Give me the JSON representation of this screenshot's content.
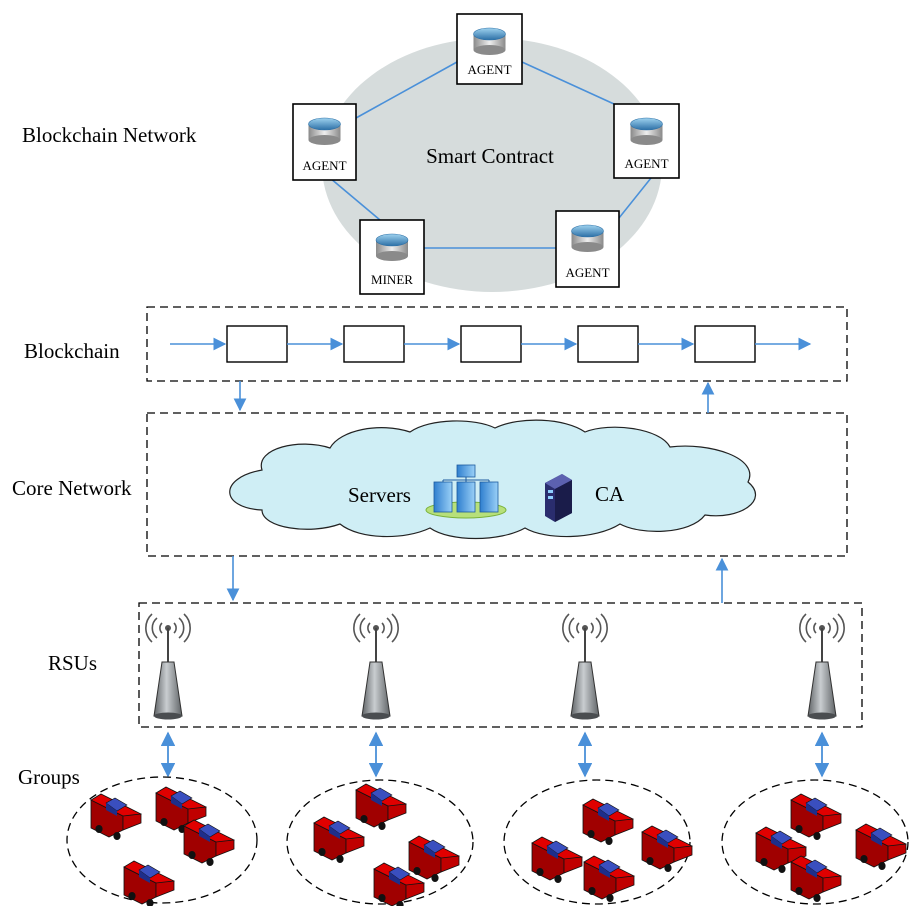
{
  "layers": {
    "blockchain_network": "Blockchain Network",
    "blockchain": "Blockchain",
    "core_network": "Core Network",
    "rsus": "RSUs",
    "groups": "Groups"
  },
  "smart_contract": "Smart Contract",
  "nodes": [
    "AGENT",
    "AGENT",
    "AGENT",
    "MINER",
    "AGENT"
  ],
  "core": {
    "servers": "Servers",
    "ca": "CA"
  },
  "block_count": 5,
  "rsu_count": 4,
  "group_car_counts": [
    4,
    4,
    4,
    4
  ],
  "colors": {
    "link": "#4a90d9",
    "ellipse": "#d6dcdc",
    "cloud": "#cfeef5",
    "car": "#d40000"
  }
}
